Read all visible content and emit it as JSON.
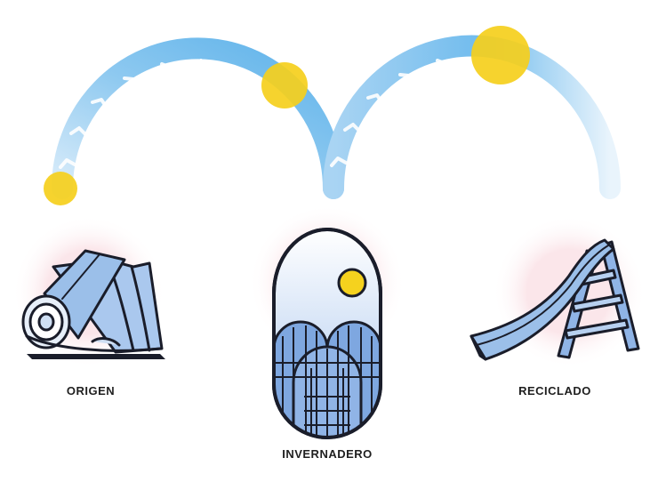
{
  "stages": [
    {
      "label": "ORIGEN",
      "icon": "plastic-film-roll-icon"
    },
    {
      "label": "INVERNADERO",
      "icon": "greenhouse-icon"
    },
    {
      "label": "RECICLADO",
      "icon": "playground-slide-icon"
    }
  ],
  "colors": {
    "arc_blue": "#7cc0ec",
    "arc_light": "#cfe7f8",
    "sun_yellow": "#f5cf1c",
    "halo_pink": "#f9dfe3",
    "icon_fill": "#9bbfe9",
    "outline": "#1a1d2a"
  }
}
